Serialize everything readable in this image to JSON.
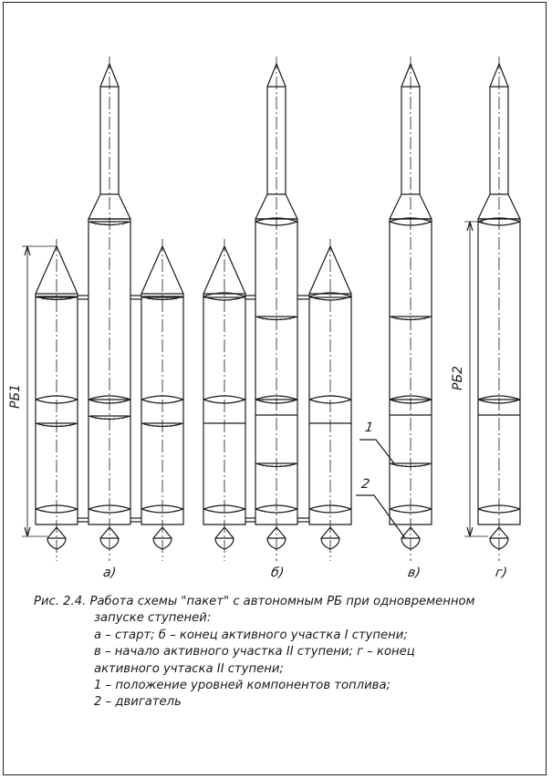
{
  "labels": {
    "variant_a": "а)",
    "variant_b": "б)",
    "variant_v": "в)",
    "variant_g": "г)",
    "rb1": "РБ1",
    "rb2": "РБ2",
    "callout_1": "1",
    "callout_2": "2"
  },
  "caption": {
    "line1": "Рис. 2.4. Работа схемы \"пакет\" с автономным РБ при одновременном",
    "line2": "запуске ступеней:",
    "line3": "а – старт; б – конец активного участка I ступени;",
    "line4": "в – начало активного участка II ступени; г – конец",
    "line5": "активного учтаска II ступени;",
    "line6": "1 – положение уровней компонентов топлива;",
    "line7": "2 – двигатель"
  },
  "colors": {
    "ink": "#1a1a1a",
    "paper": "#ffffff"
  }
}
